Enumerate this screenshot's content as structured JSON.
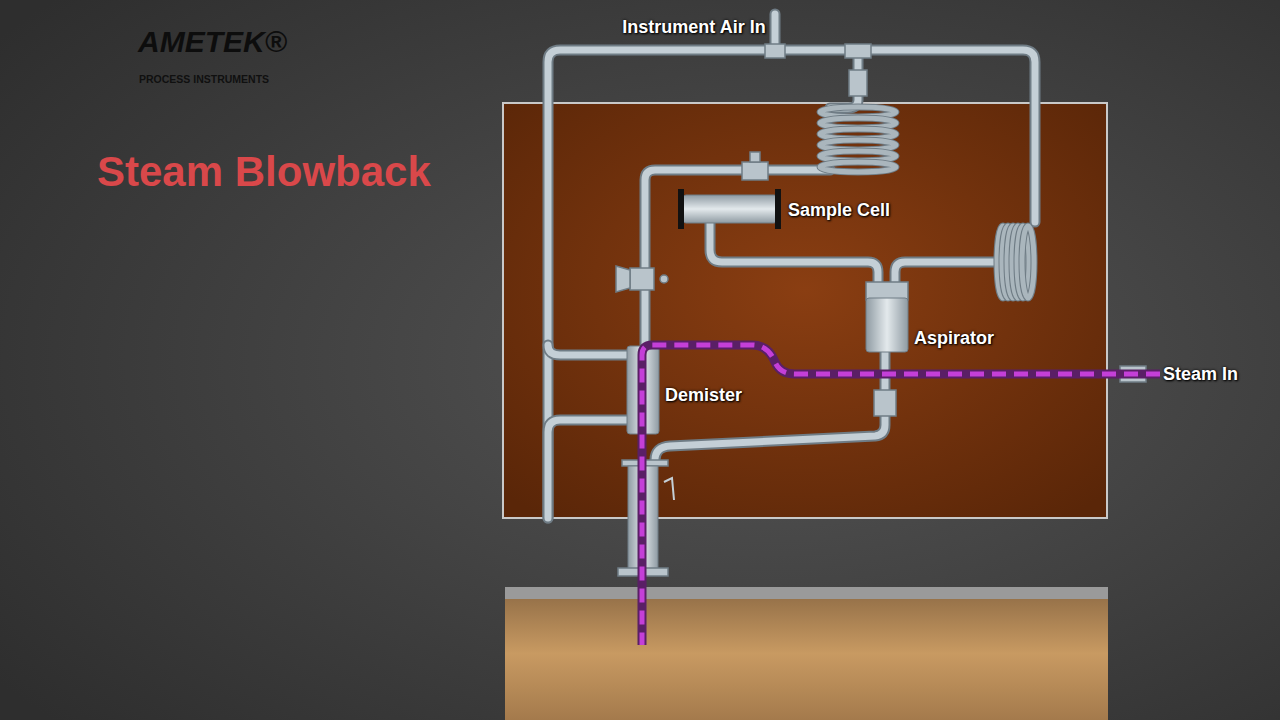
{
  "diagram": {
    "title": "Steam Blowback",
    "labels": [
      "AMETEK®",
      "PROCESS INSTRUMENTS",
      "Instrument Air In",
      "Sample Cell",
      "Aspirator",
      "Steam In",
      "Demister"
    ]
  }
}
